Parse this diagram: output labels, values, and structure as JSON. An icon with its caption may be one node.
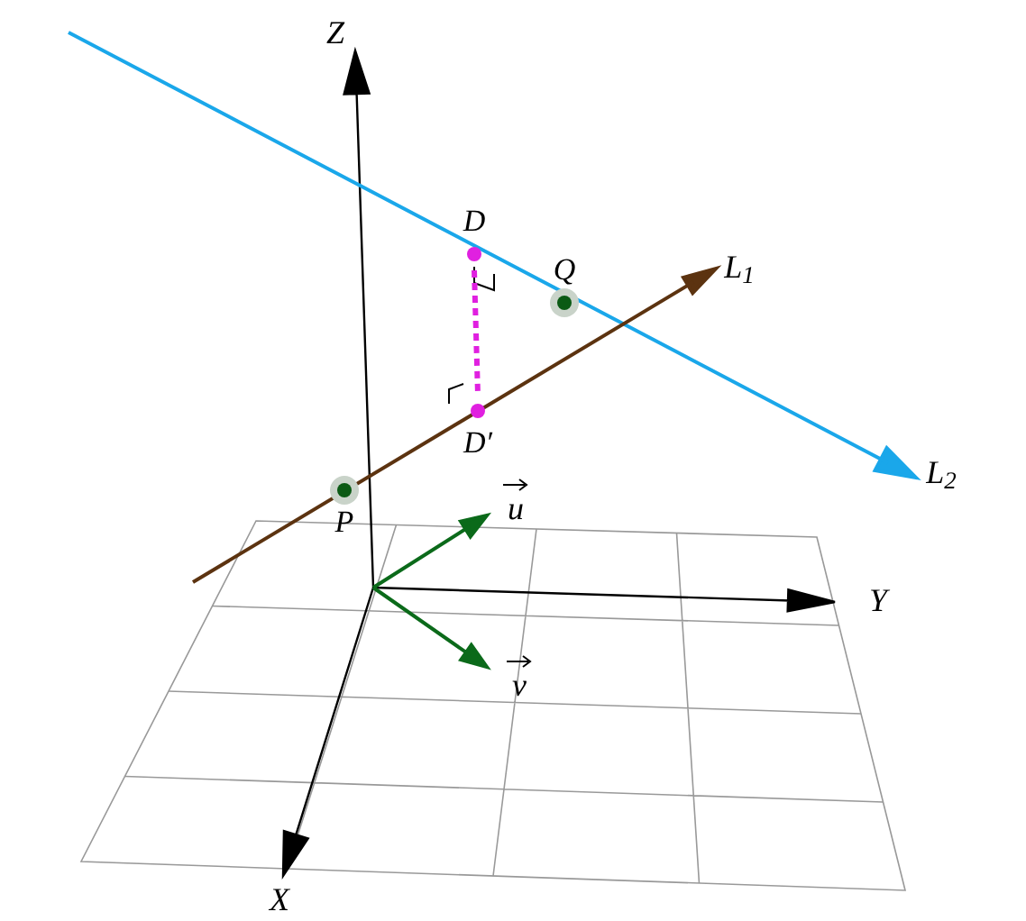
{
  "diagram": {
    "nodes": [
      {
        "text": [
          "P"
        ]
      },
      {
        "text": [
          "Q"
        ]
      },
      {
        "text": [
          "D"
        ]
      },
      {
        "text": [
          "D′"
        ]
      }
    ],
    "edges": [
      {
        "from": 2,
        "to": 3,
        "arrow": "none",
        "style": "dashed",
        "color": "#e020e0"
      }
    ],
    "labels": [
      "Z",
      "L$_{1}$",
      "L$_{2}$",
      "u",
      "Y",
      "v",
      "X"
    ]
  }
}
